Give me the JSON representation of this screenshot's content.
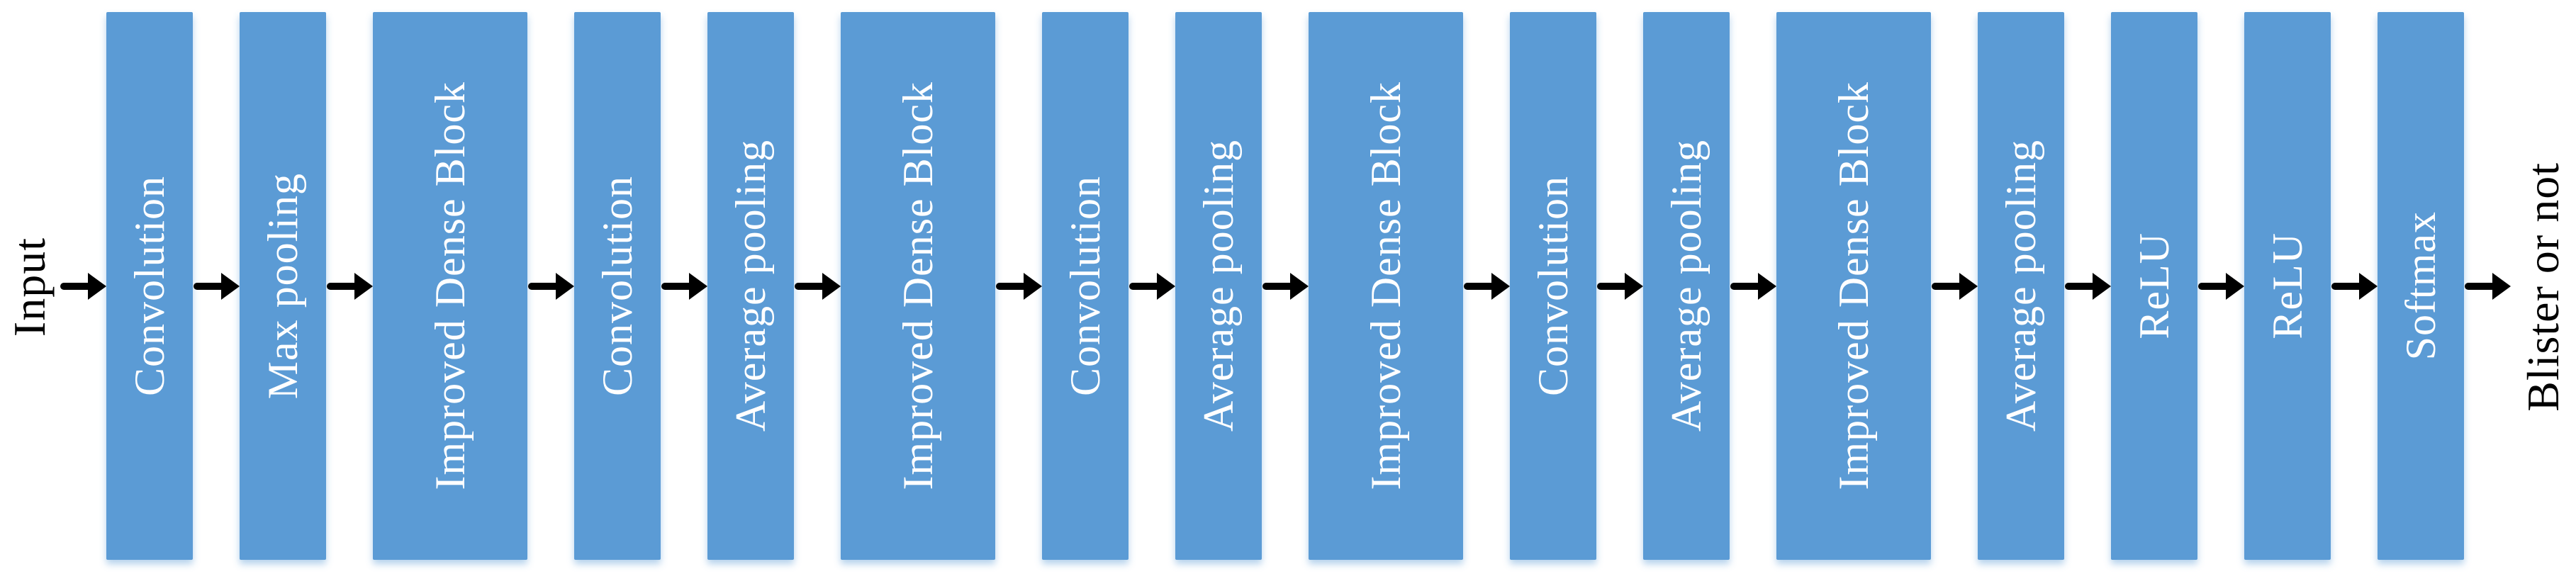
{
  "diagram": {
    "input_label": "Input",
    "output_label": "Blister or not",
    "blocks": [
      {
        "label": "Convolution",
        "type": "narrow"
      },
      {
        "label": "Max pooling",
        "type": "narrow"
      },
      {
        "label": "Improved Dense Block",
        "type": "wide"
      },
      {
        "label": "Convolution",
        "type": "narrow"
      },
      {
        "label": "Average pooling",
        "type": "narrow"
      },
      {
        "label": "Improved Dense Block",
        "type": "wide"
      },
      {
        "label": "Convolution",
        "type": "narrow"
      },
      {
        "label": "Average pooling",
        "type": "narrow"
      },
      {
        "label": "Improved Dense Block",
        "type": "wide"
      },
      {
        "label": "Convolution",
        "type": "narrow"
      },
      {
        "label": "Average pooling",
        "type": "narrow"
      },
      {
        "label": "Improved Dense Block",
        "type": "wide"
      },
      {
        "label": "Average pooling",
        "type": "narrow"
      },
      {
        "label": "ReLU",
        "type": "narrow"
      },
      {
        "label": "ReLU",
        "type": "narrow"
      },
      {
        "label": "Softmax",
        "type": "narrow"
      }
    ],
    "colors": {
      "background": "#FFFFFF",
      "block_fill": "#5B9BD5",
      "block_text": "#FFFFFF",
      "arrow": "#000000",
      "endpoint_text": "#000000"
    }
  }
}
